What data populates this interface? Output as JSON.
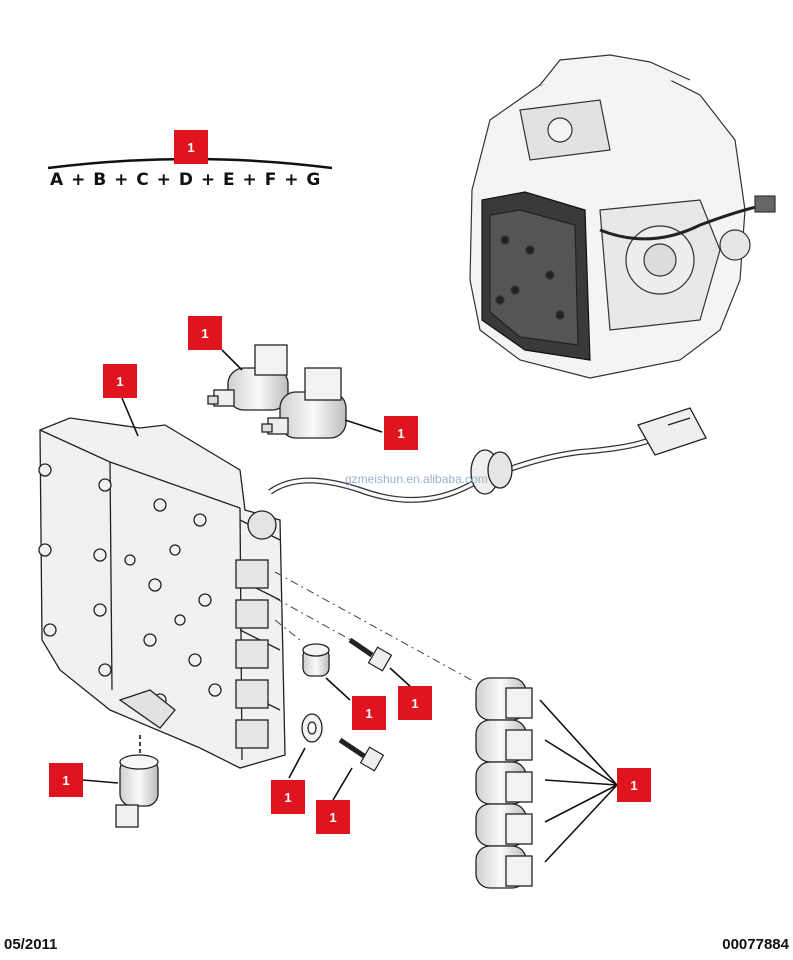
{
  "variant_code": "A + B + C + D + E + F + G",
  "watermark": "gzmeishun.en.alibaba.com",
  "callout_label": "1",
  "callouts": [
    {
      "id": "callout-variant",
      "label": "1"
    },
    {
      "id": "callout-solenoid-upper",
      "label": "1"
    },
    {
      "id": "callout-valve-body",
      "label": "1"
    },
    {
      "id": "callout-solenoid-lower",
      "label": "1"
    },
    {
      "id": "callout-plug",
      "label": "1"
    },
    {
      "id": "callout-bolt-upper",
      "label": "1"
    },
    {
      "id": "callout-pressure-sensor",
      "label": "1"
    },
    {
      "id": "callout-washer",
      "label": "1"
    },
    {
      "id": "callout-bolt-lower",
      "label": "1"
    },
    {
      "id": "callout-solenoid-group",
      "label": "1"
    }
  ],
  "footer": {
    "date": "05/2011",
    "doc_number": "00077884"
  },
  "colors": {
    "callout": "#e0141e",
    "ink": "#222222",
    "part_fill": "#f2f2f2",
    "valve_dark": "#3a3a3a"
  }
}
